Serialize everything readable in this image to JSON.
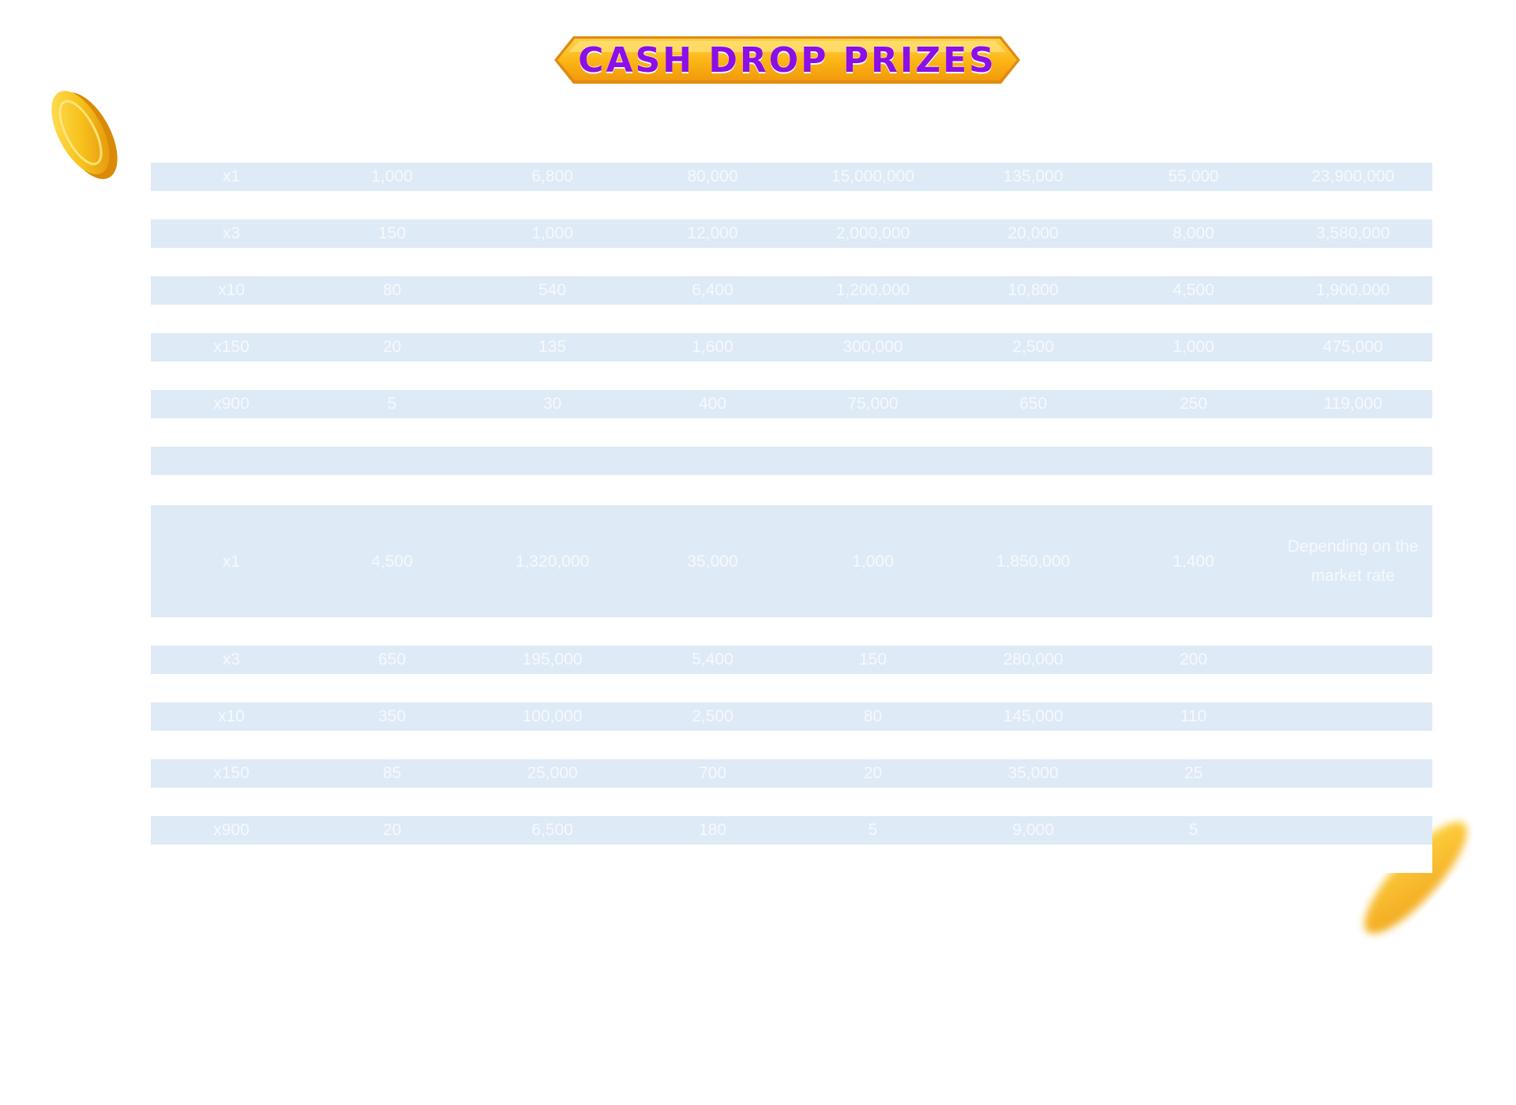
{
  "banner": {
    "title": "CASH DROP PRIZES"
  },
  "colors": {
    "banner_text": "#8b0fe6",
    "banner_fill": "#fbb414",
    "row_fill": "#deeaf6",
    "rule_line": "#4d8fe0"
  },
  "icons": {
    "left": "gold-coin-icon",
    "right": "gold-coin-icon"
  },
  "table1": {
    "rows": [
      [
        "x1",
        "1,000",
        "6,800",
        "80,000",
        "15,000,000",
        "135,000",
        "55,000",
        "23,900,000"
      ],
      [
        "x3",
        "150",
        "1,000",
        "12,000",
        "2,000,000",
        "20,000",
        "8,000",
        "3,580,000"
      ],
      [
        "x10",
        "80",
        "540",
        "6,400",
        "1,200,000",
        "10,800",
        "4,500",
        "1,900,000"
      ],
      [
        "x150",
        "20",
        "135",
        "1,600",
        "300,000",
        "2,500",
        "1,000",
        "475,000"
      ],
      [
        "x900",
        "5",
        "30",
        "400",
        "75,000",
        "650",
        "250",
        "119,000"
      ]
    ]
  },
  "table2": {
    "rows": [
      [
        "x1",
        "4,500",
        "1,320,000",
        "35,000",
        "1,000",
        "1,850,000",
        "1,400",
        "Depending on the market rate"
      ],
      [
        "x3",
        "650",
        "195,000",
        "5,400",
        "150",
        "280,000",
        "200",
        ""
      ],
      [
        "x10",
        "350",
        "100,000",
        "2,500",
        "80",
        "145,000",
        "110",
        ""
      ],
      [
        "x150",
        "85",
        "25,000",
        "700",
        "20",
        "35,000",
        "25",
        ""
      ],
      [
        "x900",
        "20",
        "6,500",
        "180",
        "5",
        "9,000",
        "5",
        ""
      ]
    ]
  }
}
